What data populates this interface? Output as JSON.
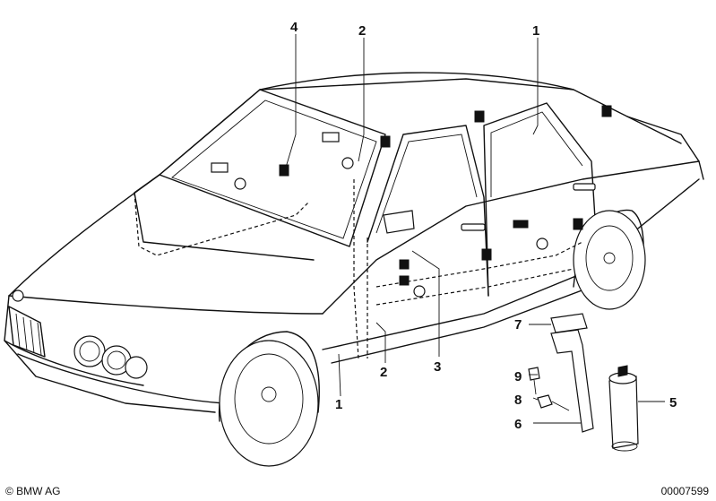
{
  "callouts": [
    {
      "id": "c4a",
      "label": "4"
    },
    {
      "id": "c2a",
      "label": "2"
    },
    {
      "id": "c1a",
      "label": "1"
    },
    {
      "id": "c1b",
      "label": "1"
    },
    {
      "id": "c2b",
      "label": "2"
    },
    {
      "id": "c3",
      "label": "3"
    },
    {
      "id": "c7",
      "label": "7"
    },
    {
      "id": "c9",
      "label": "9"
    },
    {
      "id": "c8",
      "label": "8"
    },
    {
      "id": "c6",
      "label": "6"
    },
    {
      "id": "c5",
      "label": "5"
    }
  ],
  "footer": {
    "copyright": "© BMW AG",
    "doc_number": "00007599"
  }
}
